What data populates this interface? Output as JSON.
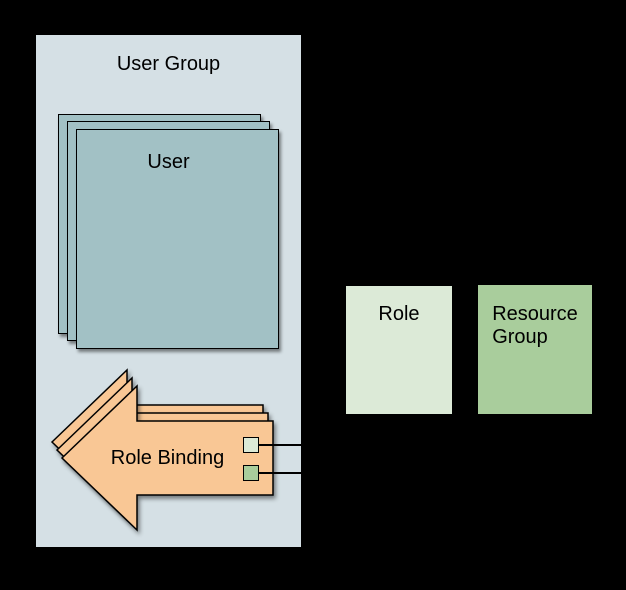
{
  "diagram": {
    "background_color": "#000000",
    "shape_border_color": "#000000",
    "text_color": "#000000",
    "user_group": {
      "label": "User Group",
      "fill_color": "#d5e0e5"
    },
    "user_stack": {
      "label": "User",
      "stack_count": 3,
      "fill_color": "#a2c1c5"
    },
    "role_binding": {
      "label": "Role Binding",
      "stack_count": 3,
      "fill_color": "#f9c795"
    },
    "role": {
      "label": "Role",
      "fill_color": "#dcead7"
    },
    "resource_group": {
      "label_line_1": "Resource",
      "label_line_2": "Group",
      "fill_color": "#a9cd9c"
    },
    "connectors": {
      "role_binding_to_role": {
        "port_fill_color": "#dcead7",
        "line_color": "#000000"
      },
      "role_binding_to_resource_group": {
        "port_fill_color": "#a9cd9c",
        "line_color": "#000000"
      }
    }
  }
}
